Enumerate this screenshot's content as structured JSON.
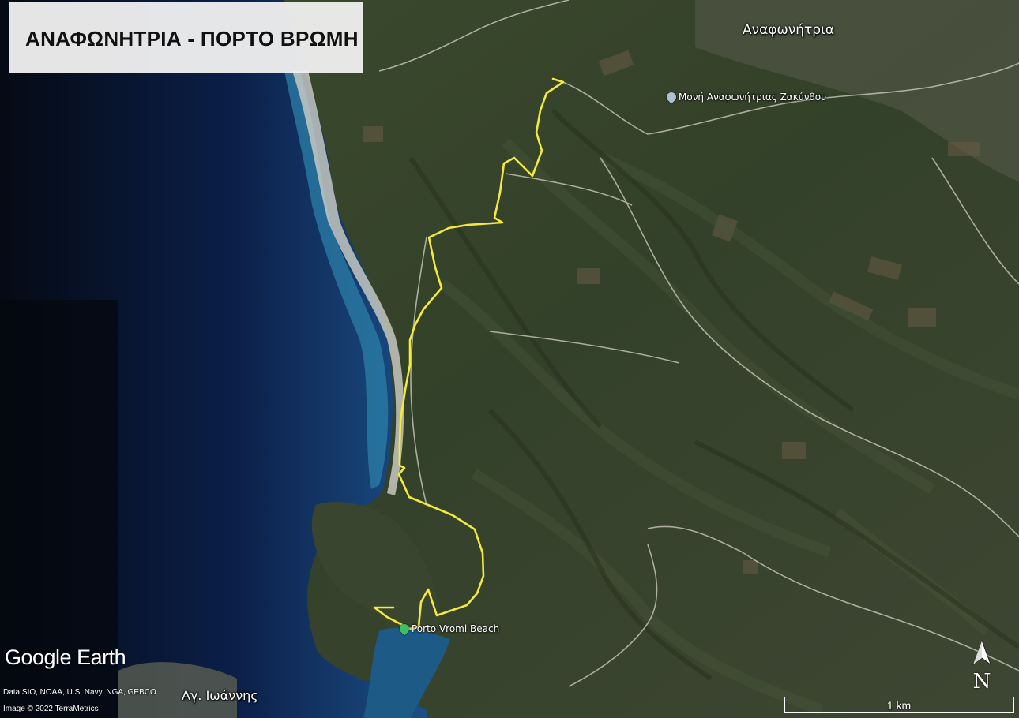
{
  "title": "ΑΝΑΦΩΝΗΤΡΙΑ - ΠΟΡΤΟ ΒΡΩΜΗ",
  "places": {
    "village": "Αναφωνήτρια",
    "ag_ioannis": "Αγ. Ιωάννης"
  },
  "pois": {
    "monastery": {
      "label": "Μονή Αναφωνήτριας Ζακύνθου",
      "icon": "monastery-pin-icon"
    },
    "beach": {
      "label": "Porto Vromi Beach",
      "icon": "beach-pin-icon"
    }
  },
  "branding": {
    "logo": "Google Earth",
    "attribution_1": "Data SIO, NOAA, U.S. Navy, NGA, GEBCO",
    "attribution_2": "Image © 2022 TerraMetrics"
  },
  "compass": {
    "letter": "N",
    "icon": "north-arrow-icon"
  },
  "scale": {
    "label": "1 km"
  },
  "colors": {
    "route": "#f4ea3a",
    "sea_deep": "#0a1b3e",
    "sea_shallow": "#2f7fb0",
    "land": "#3a4a2c"
  }
}
